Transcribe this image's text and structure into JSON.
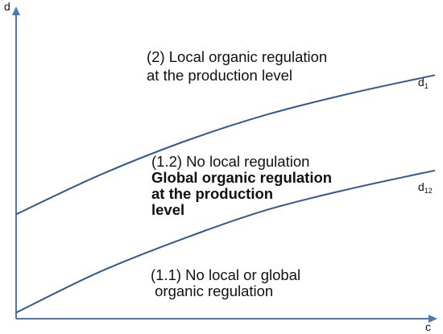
{
  "chart_data": {
    "type": "line",
    "xlabel": "c",
    "ylabel": "d",
    "series": [
      {
        "name": "d",
        "subscript": "1",
        "x": [
          0,
          0.2,
          0.4,
          0.6,
          0.8,
          1.0
        ],
        "y": [
          0.345,
          0.475,
          0.585,
          0.675,
          0.745,
          0.805
        ]
      },
      {
        "name": "d",
        "subscript": "12",
        "x": [
          0,
          0.2,
          0.4,
          0.6,
          0.8,
          1.0
        ],
        "y": [
          0.02,
          0.155,
          0.265,
          0.36,
          0.43,
          0.49
        ]
      }
    ],
    "regions": [
      {
        "lines": [
          {
            "text": "(2) Local organic regulation",
            "bold": false
          },
          {
            "text": "at the production level",
            "bold": false
          }
        ]
      },
      {
        "lines": [
          {
            "text": "(1.2) No local regulation",
            "bold": false
          },
          {
            "text": "Global organic regulation",
            "bold": true
          },
          {
            "text": "at the production",
            "bold": true
          },
          {
            "text": "level",
            "bold": true
          }
        ]
      },
      {
        "lines": [
          {
            "text": "(1.1) No local or global",
            "bold": false
          },
          {
            "text": " organic regulation",
            "bold": false
          }
        ]
      }
    ],
    "grid": false,
    "xlim": [
      0,
      1
    ],
    "ylim": [
      0,
      1
    ]
  }
}
